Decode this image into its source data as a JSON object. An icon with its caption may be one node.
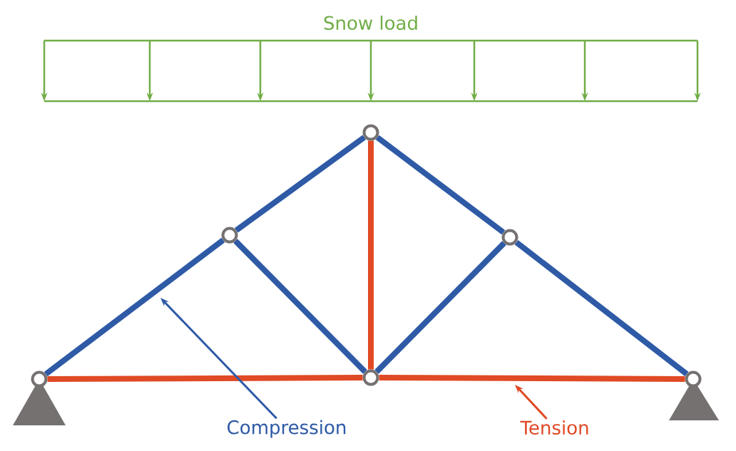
{
  "diagram": {
    "nodes": [
      {
        "text": [],
        "shape": "circle"
      },
      {
        "text": [],
        "shape": "circle"
      },
      {
        "text": [],
        "shape": "circle"
      },
      {
        "text": [],
        "shape": "circle"
      },
      {
        "text": [],
        "shape": "circle"
      },
      {
        "text": [],
        "shape": "circle"
      },
      {
        "text": [
          "Compression"
        ]
      },
      {
        "text": [
          "Tension"
        ]
      }
    ],
    "edges": [
      {
        "from": 0,
        "to": 1,
        "arrow": "none"
      },
      {
        "from": 1,
        "to": 2,
        "arrow": "none"
      },
      {
        "from": 2,
        "to": 3,
        "arrow": "none"
      },
      {
        "from": 3,
        "to": 5,
        "arrow": "none"
      },
      {
        "from": 1,
        "to": 4,
        "arrow": "none"
      },
      {
        "from": 3,
        "to": 4,
        "arrow": "none"
      },
      {
        "from": 2,
        "to": 4,
        "arrow": "none",
        "color": "#e04a25"
      },
      {
        "from": 0,
        "to": 4,
        "arrow": "none",
        "color": "#e04a25"
      },
      {
        "from": 4,
        "to": 5,
        "arrow": "none",
        "color": "#e04a25"
      },
      {
        "from": 6,
        "to": null,
        "arrow": "to"
      },
      {
        "from": 7,
        "to": null,
        "arrow": "to",
        "color": "#e04a25"
      }
    ],
    "labels": [
      "Snow load"
    ]
  }
}
